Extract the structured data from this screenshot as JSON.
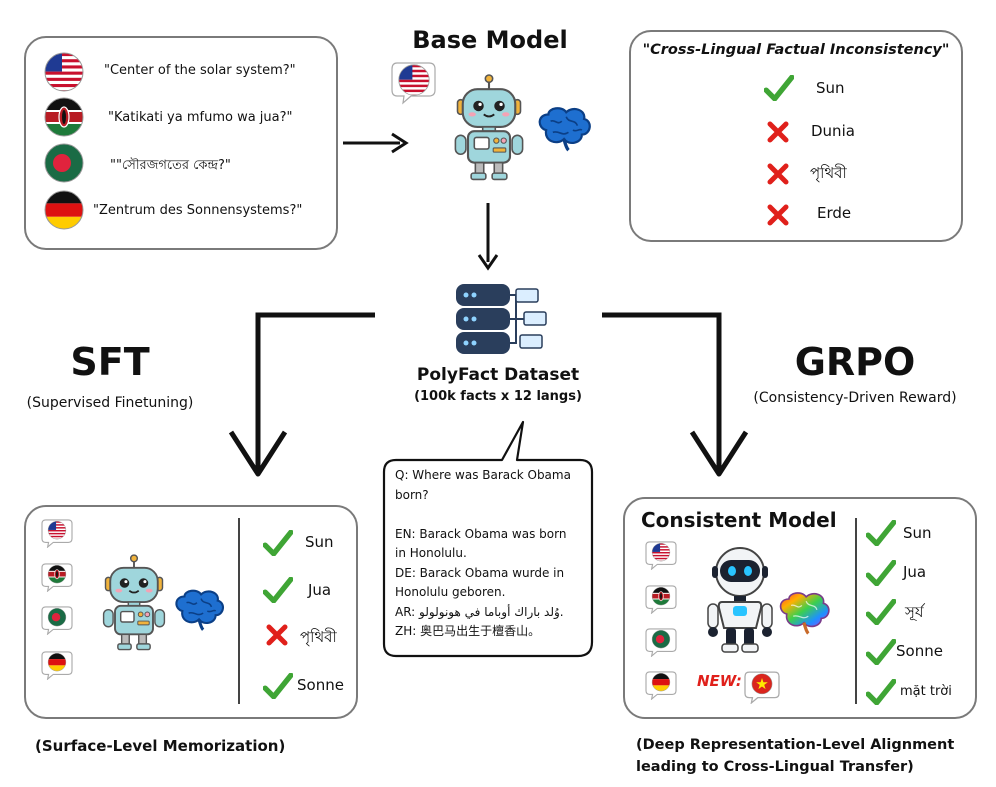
{
  "input_questions": [
    {
      "flag": "us-flag-icon",
      "text": "\"Center of the solar system?\""
    },
    {
      "flag": "kenya-flag-icon",
      "text": "\"Katikati ya mfumo wa jua?\""
    },
    {
      "flag": "bangladesh-flag-icon",
      "text": "\"\"সৌরজগতের কেন্দ্র?\""
    },
    {
      "flag": "germany-flag-icon",
      "text": "\"Zentrum des Sonnensystems?\""
    }
  ],
  "base_model": {
    "title": "Base Model"
  },
  "inconsistency": {
    "title": "\"Cross-Lingual Factual Inconsistency\"",
    "answers": [
      {
        "text": "Sun",
        "mark": "check"
      },
      {
        "text": "Dunia",
        "mark": "cross"
      },
      {
        "text": "পৃথিবী",
        "mark": "cross"
      },
      {
        "text": "Erde",
        "mark": "cross"
      }
    ]
  },
  "dataset": {
    "title": "PolyFact Dataset",
    "subtitle": "(100k facts x 12 langs)"
  },
  "sft": {
    "title": "SFT",
    "subtitle": "(Supervised Finetuning)"
  },
  "grpo": {
    "title": "GRPO",
    "subtitle": "(Consistency-Driven Reward)"
  },
  "speech": {
    "lines": [
      "Q: Where was Barack Obama",
      "born?",
      "",
      "EN: Barack Obama was born",
      "in Honolulu.",
      "DE: Barack Obama wurde in",
      "Honolulu geboren.",
      "AR: وُلد باراك أوباما في هونولولو.",
      "ZH: 奥巴马出生于檀香山。"
    ]
  },
  "sft_result": {
    "answers": [
      {
        "text": "Sun",
        "mark": "check"
      },
      {
        "text": "Jua",
        "mark": "check"
      },
      {
        "text": "পৃথিবী",
        "mark": "cross"
      },
      {
        "text": "Sonne",
        "mark": "check"
      }
    ],
    "caption": "(Surface-Level Memorization)"
  },
  "consistent_model": {
    "title": "Consistent Model",
    "new_label": "NEW:",
    "answers": [
      {
        "text": "Sun",
        "mark": "check"
      },
      {
        "text": "Jua",
        "mark": "check"
      },
      {
        "text": "সূর্য",
        "mark": "check"
      },
      {
        "text": "Sonne",
        "mark": "check"
      },
      {
        "text": "mặt trời",
        "mark": "check"
      }
    ],
    "caption_line1": "(Deep Representation-Level Alignment",
    "caption_line2": "leading to Cross-Lingual Transfer)"
  },
  "colors": {
    "check": "#3fa535",
    "cross": "#e0201b",
    "box_border": "#7a7a7a"
  }
}
